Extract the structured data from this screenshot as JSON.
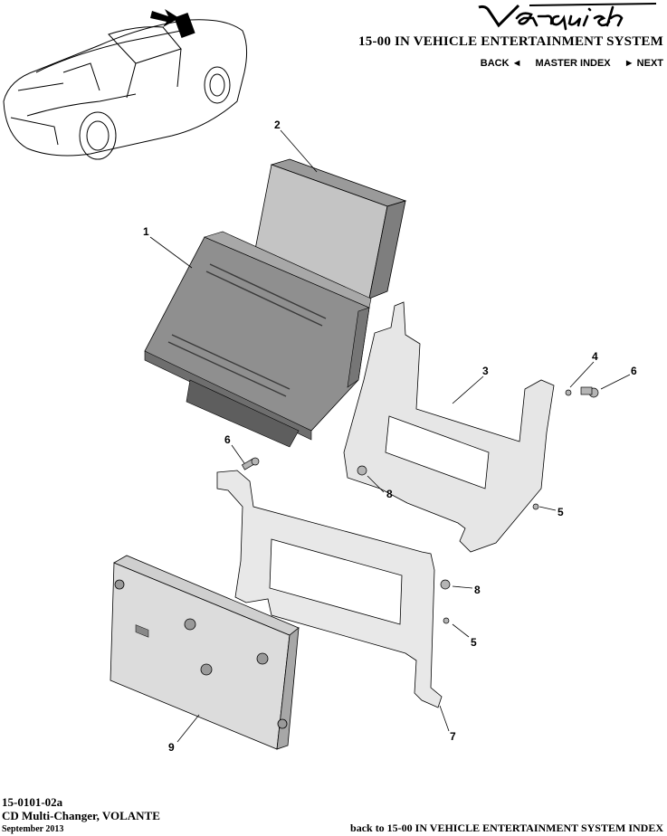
{
  "header": {
    "logo_text": "Vanquish",
    "system_title": "15-00 IN VEHICLE ENTERTAINMENT SYSTEM",
    "nav": {
      "back": "BACK ◄",
      "master_index": "MASTER INDEX",
      "next": "► NEXT"
    }
  },
  "callouts": {
    "c1": "1",
    "c2": "2",
    "c3": "3",
    "c4": "4",
    "c5a": "5",
    "c5b": "5",
    "c6a": "6",
    "c6b": "6",
    "c7": "7",
    "c8a": "8",
    "c8b": "8",
    "c9": "9"
  },
  "footer": {
    "part_code": "15-0101-02a",
    "part_name": "CD Multi-Changer, VOLANTE",
    "date": "September 2013",
    "back_link": "back to 15-00 IN VEHICLE ENTERTAINMENT SYSTEM INDEX"
  },
  "colors": {
    "part_fill": "#bdbdbd",
    "part_dark": "#8a8a8a",
    "bracket_fill": "#e4e4e4",
    "line": "#000000"
  }
}
